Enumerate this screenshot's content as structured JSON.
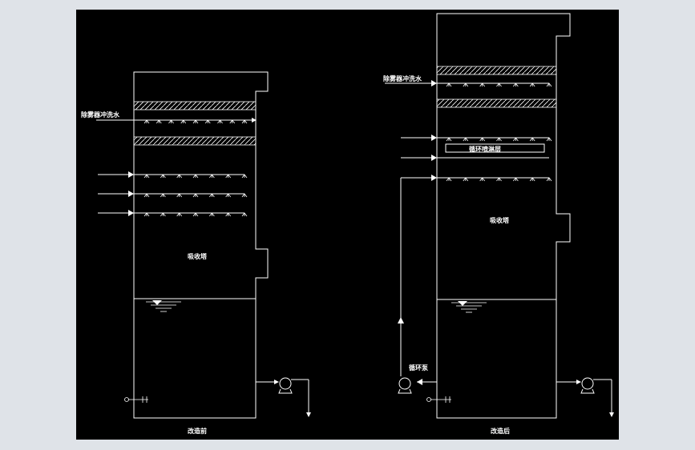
{
  "colors": {
    "background": "#000000",
    "frame": "#dfe3e8",
    "stroke": "#ffffff"
  },
  "left_tower": {
    "demister_rinse_label": "除雾器冲洗水",
    "tower_label": "吸收塔",
    "caption": "改造前"
  },
  "right_tower": {
    "demister_rinse_label": "除雾器冲洗水",
    "layer_label": "循环喷淋层",
    "tower_label": "吸收塔",
    "pump_label": "循环泵",
    "caption": "改造后"
  }
}
